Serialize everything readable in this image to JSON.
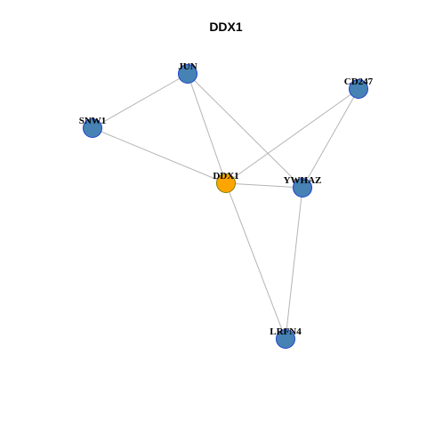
{
  "graph": {
    "title": "DDX1",
    "colors": {
      "center_node_fill": "#FFA500",
      "center_node_stroke": "#7F7F00",
      "neighbor_node_fill": "#4682B4",
      "neighbor_node_stroke": "#1F3FCF",
      "edge": "#B4B4B4"
    },
    "nodes": [
      {
        "id": "DDX1",
        "label": "DDX1",
        "role": "center"
      },
      {
        "id": "JUN",
        "label": "JUN",
        "role": "neighbor"
      },
      {
        "id": "CD247",
        "label": "CD247",
        "role": "neighbor"
      },
      {
        "id": "SNW1",
        "label": "SNW1",
        "role": "neighbor"
      },
      {
        "id": "YWHAZ",
        "label": "YWHAZ",
        "role": "neighbor"
      },
      {
        "id": "LRFN4",
        "label": "LRFN4",
        "role": "neighbor"
      }
    ],
    "edges": [
      {
        "source": "JUN",
        "target": "SNW1"
      },
      {
        "source": "JUN",
        "target": "DDX1"
      },
      {
        "source": "JUN",
        "target": "YWHAZ"
      },
      {
        "source": "SNW1",
        "target": "DDX1"
      },
      {
        "source": "CD247",
        "target": "DDX1"
      },
      {
        "source": "CD247",
        "target": "YWHAZ"
      },
      {
        "source": "DDX1",
        "target": "YWHAZ"
      },
      {
        "source": "DDX1",
        "target": "LRFN4"
      },
      {
        "source": "YWHAZ",
        "target": "LRFN4"
      }
    ]
  }
}
